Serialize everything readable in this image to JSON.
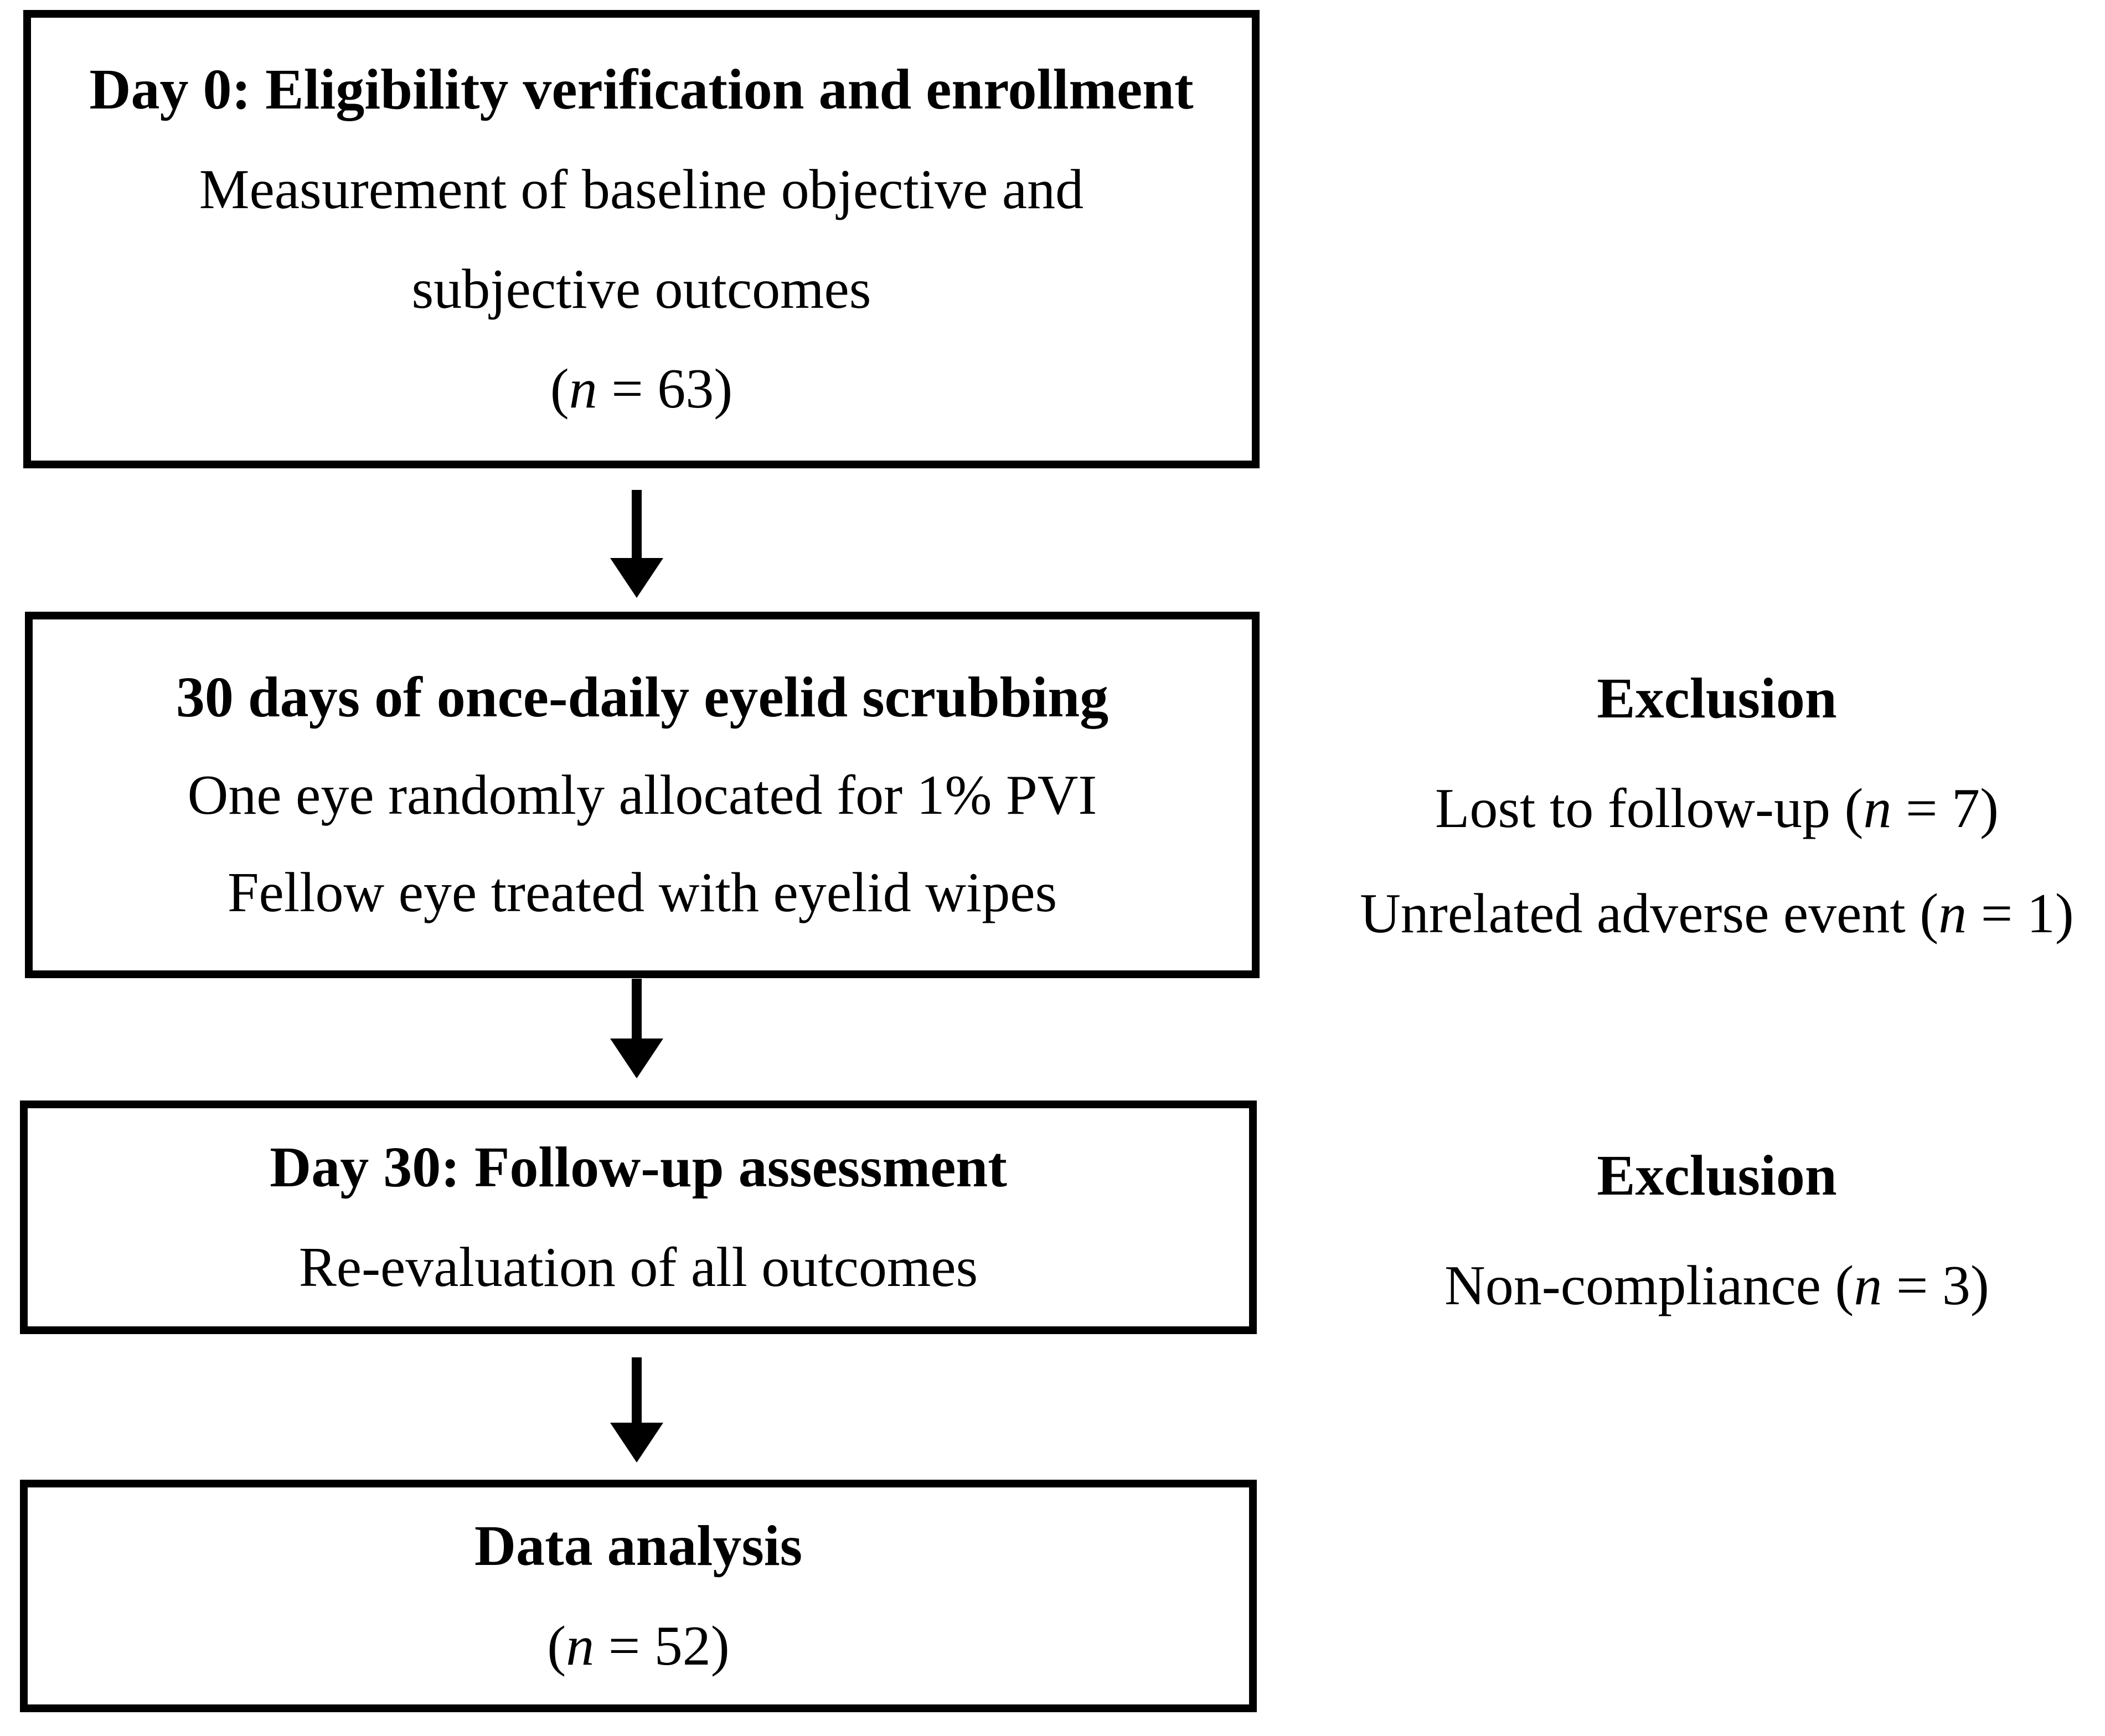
{
  "diagram": {
    "type": "study-flow-chart",
    "title": "Study flow diagram",
    "ink_color": "#000000",
    "background_color": "#ffffff"
  },
  "boxes": [
    {
      "id": "enrollment",
      "lines": [
        {
          "text": "Day 0: Eligibility verification and enrollment",
          "bold": true
        },
        {
          "text": "Measurement of baseline objective and",
          "bold": false
        },
        {
          "text": "subjective outcomes",
          "bold": false
        },
        {
          "text": "(n = 63)",
          "bold": false,
          "italic_prefix": "n",
          "count": 63
        }
      ]
    },
    {
      "id": "intervention",
      "lines": [
        {
          "text": "30 days of once-daily eyelid scrubbing",
          "bold": true
        },
        {
          "text": "One eye randomly allocated for 1% PVI",
          "bold": false
        },
        {
          "text": "Fellow eye treated with eyelid wipes",
          "bold": false
        }
      ]
    },
    {
      "id": "followup",
      "lines": [
        {
          "text": "Day 30: Follow-up assessment",
          "bold": true
        },
        {
          "text": "Re-evaluation of all outcomes",
          "bold": false
        }
      ]
    },
    {
      "id": "analysis",
      "lines": [
        {
          "text": "Data analysis",
          "bold": true
        },
        {
          "text": "(n = 52)",
          "bold": false,
          "italic_prefix": "n",
          "count": 52
        }
      ]
    }
  ],
  "box_text": {
    "enrollment": {
      "l1": "Day 0: Eligibility verification and enrollment",
      "l2": "Measurement of baseline objective and",
      "l3": "subjective outcomes",
      "l4_open": "(",
      "l4_n": "n",
      "l4_rest": " = 63)"
    },
    "intervention": {
      "l1": "30 days of once-daily eyelid scrubbing",
      "l2": "One eye randomly allocated for 1% PVI",
      "l3": "Fellow eye treated with eyelid wipes"
    },
    "followup": {
      "l1": "Day 30: Follow-up assessment",
      "l2": "Re-evaluation of all outcomes"
    },
    "analysis": {
      "l1": "Data analysis",
      "l2_open": "(",
      "l2_n": "n",
      "l2_rest": " = 52)"
    }
  },
  "exclusions": [
    {
      "id": "exclusion-1",
      "title": "Exclusion",
      "reasons": [
        {
          "label": "Lost to follow-up",
          "n_symbol": "n",
          "count": 7,
          "text": "Lost to follow-up (n = 7)"
        },
        {
          "label": "Unrelated adverse event",
          "n_symbol": "n",
          "count": 1,
          "text": "Unrelated adverse event (n = 1)"
        }
      ]
    },
    {
      "id": "exclusion-2",
      "title": "Exclusion",
      "reasons": [
        {
          "label": "Non-compliance",
          "n_symbol": "n",
          "count": 3,
          "text": "Non-compliance (n = 3)"
        }
      ]
    }
  ],
  "exclusion_text": {
    "first": {
      "title": "Exclusion",
      "r1_label": "Lost to follow-up (",
      "r1_n": "n",
      "r1_rest": " = 7)",
      "r2_label": "Unrelated adverse event (",
      "r2_n": "n",
      "r2_rest": " = 1)"
    },
    "second": {
      "title": "Exclusion",
      "r1_label": "Non-compliance (",
      "r1_n": "n",
      "r1_rest": " = 3)"
    }
  },
  "arrows": [
    {
      "id": "arrow-enrollment-to-intervention",
      "direction": "down"
    },
    {
      "id": "arrow-intervention-to-followup",
      "direction": "down"
    },
    {
      "id": "arrow-followup-to-analysis",
      "direction": "down"
    }
  ],
  "chart_data": {
    "type": "flowchart",
    "title": "CONSORT-style participant flow",
    "nodes": [
      {
        "id": "enrollment",
        "label": "Day 0: Eligibility verification and enrollment",
        "n": 63
      },
      {
        "id": "intervention",
        "label": "30 days of once-daily eyelid scrubbing",
        "n": null
      },
      {
        "id": "followup",
        "label": "Day 30: Follow-up assessment",
        "n": null
      },
      {
        "id": "analysis",
        "label": "Data analysis",
        "n": 52
      }
    ],
    "exclusions": [
      {
        "after": "intervention",
        "reason": "Lost to follow-up",
        "n": 7
      },
      {
        "after": "intervention",
        "reason": "Unrelated adverse event",
        "n": 1
      },
      {
        "after": "followup",
        "reason": "Non-compliance",
        "n": 3
      }
    ],
    "edges": [
      {
        "from": "enrollment",
        "to": "intervention"
      },
      {
        "from": "intervention",
        "to": "followup"
      },
      {
        "from": "followup",
        "to": "analysis"
      }
    ]
  }
}
